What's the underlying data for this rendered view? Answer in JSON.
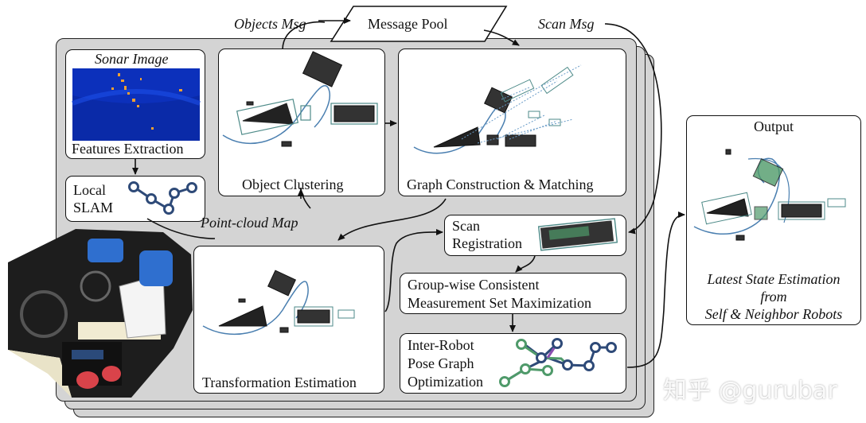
{
  "message_pool": "Message Pool",
  "objects_msg": "Objects Msg",
  "scan_msg": "Scan Msg",
  "sonar": {
    "title": "Sonar Image",
    "caption": "Features Extraction"
  },
  "local_slam": {
    "line1": "Local",
    "line2": "SLAM"
  },
  "point_cloud_map": "Point-cloud Map",
  "object_clustering": "Object Clustering",
  "graph_matching": "Graph Construction & Matching",
  "transformation": "Transformation Estimation",
  "scan_registration": {
    "line1": "Scan",
    "line2": "Registration"
  },
  "gcm": {
    "line1": "Group-wise Consistent",
    "line2": "Measurement Set Maximization"
  },
  "pgo": {
    "line1": "Inter-Robot",
    "line2": "Pose Graph",
    "line3": "Optimization"
  },
  "output": {
    "title": "Output",
    "line1": "Latest State Estimation",
    "line2": "from",
    "line3": "Self & Neighbor Robots"
  },
  "watermark": "知乎 @gurubar",
  "colors": {
    "panel": "#d4d4d4",
    "robot_graph": "#2e4a78",
    "map_graph": "#4f9a6a",
    "sonar_bg": "#0a2aa8",
    "map_box": "#4d8a88"
  }
}
